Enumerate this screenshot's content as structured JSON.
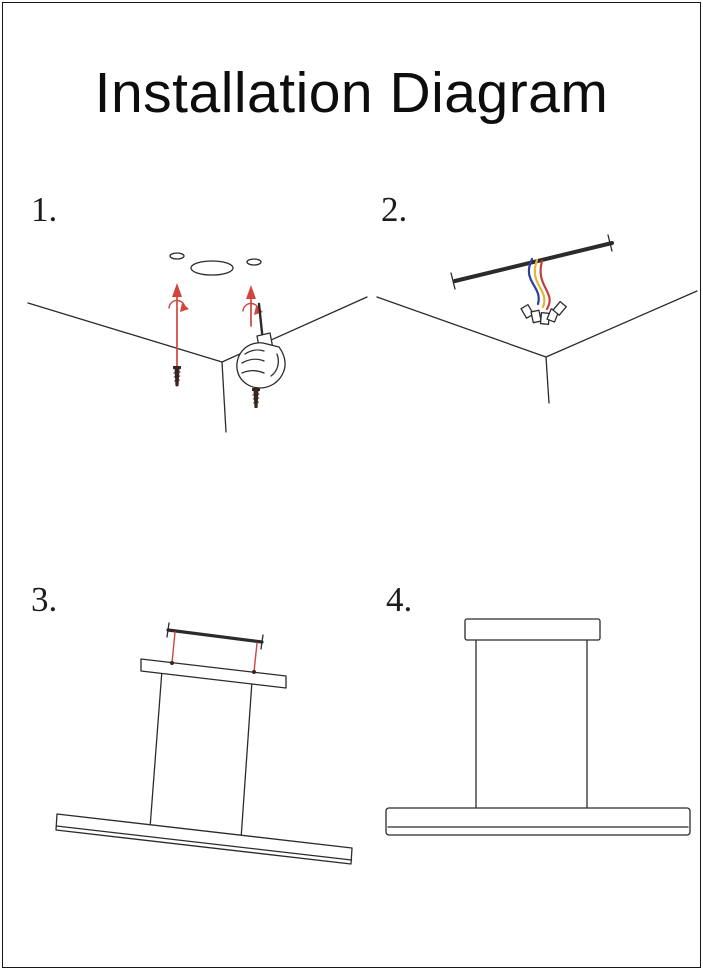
{
  "title": "Installation Diagram",
  "steps": [
    {
      "label": "1."
    },
    {
      "label": "2."
    },
    {
      "label": "3."
    },
    {
      "label": "4."
    }
  ],
  "colors": {
    "line": "#2b2b2b",
    "accent_red": "#d0453e",
    "screw_dark": "#3a2420",
    "wire_blue": "#2b3f9e",
    "wire_yellow": "#e0b73a",
    "wire_red": "#c2403a"
  }
}
